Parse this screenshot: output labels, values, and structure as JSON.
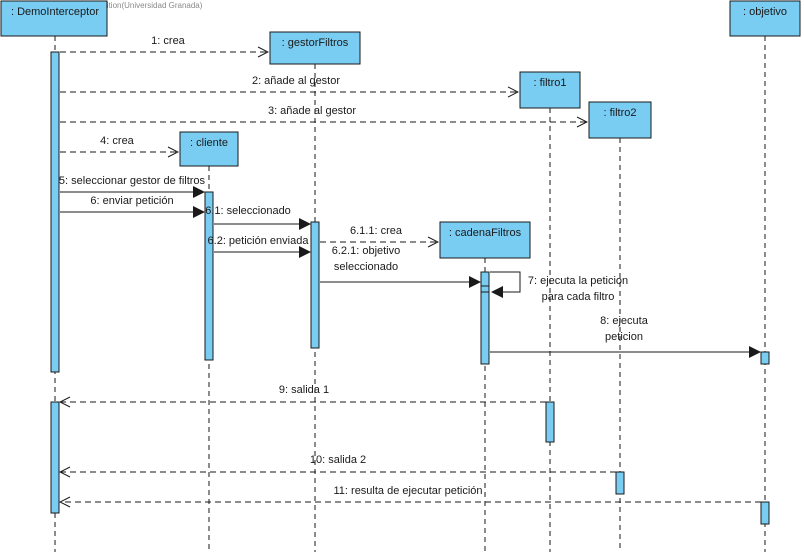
{
  "watermark": "Visual Paradigm Standard Edition(Universidad Granada)",
  "colors": {
    "box_fill": "#79ccf2",
    "box_stroke": "#1a1a1a",
    "line": "#1a1a1a"
  },
  "lifelines": [
    {
      "id": "demo",
      "name": ": DemoInterceptor"
    },
    {
      "id": "gestor",
      "name": ": gestorFiltros"
    },
    {
      "id": "filtro1",
      "name": ": filtro1"
    },
    {
      "id": "filtro2",
      "name": ": filtro2"
    },
    {
      "id": "cliente",
      "name": ": cliente"
    },
    {
      "id": "cadena",
      "name": ": cadenaFiltros"
    },
    {
      "id": "objetivo",
      "name": ": objetivo"
    }
  ],
  "messages": [
    {
      "label": "1: crea",
      "from": "demo",
      "to": "gestor",
      "kind": "create"
    },
    {
      "label": "2: añade al gestor",
      "from": "demo",
      "to": "filtro1",
      "kind": "create"
    },
    {
      "label": "3: añade al gestor",
      "from": "demo",
      "to": "filtro2",
      "kind": "create"
    },
    {
      "label": "4: crea",
      "from": "demo",
      "to": "cliente",
      "kind": "create"
    },
    {
      "label": "5: seleccionar gestor de filtros",
      "from": "demo",
      "to": "cliente",
      "kind": "call"
    },
    {
      "label": "6: enviar petición",
      "from": "demo",
      "to": "cliente",
      "kind": "call"
    },
    {
      "label": "6.1: seleccionado",
      "from": "cliente",
      "to": "gestor",
      "kind": "call"
    },
    {
      "label": "6.1.1: crea",
      "from": "gestor",
      "to": "cadena",
      "kind": "create"
    },
    {
      "label": "6.2: petición enviada",
      "from": "cliente",
      "to": "gestor",
      "kind": "call"
    },
    {
      "label": "6.2.1: objetivo seleccionado",
      "from": "gestor",
      "to": "cadena",
      "kind": "call"
    },
    {
      "label": "7: ejecuta la peticion para cada filtro",
      "from": "cadena",
      "to": "cadena",
      "kind": "self"
    },
    {
      "label": "8: ejecuta peticion",
      "from": "cadena",
      "to": "objetivo",
      "kind": "call"
    },
    {
      "label": "9: salida 1",
      "from": "filtro1",
      "to": "demo",
      "kind": "return"
    },
    {
      "label": "10: salida 2",
      "from": "filtro2",
      "to": "demo",
      "kind": "return"
    },
    {
      "label": "11: resulta de ejecutar petición",
      "from": "objetivo",
      "to": "demo",
      "kind": "return"
    }
  ]
}
